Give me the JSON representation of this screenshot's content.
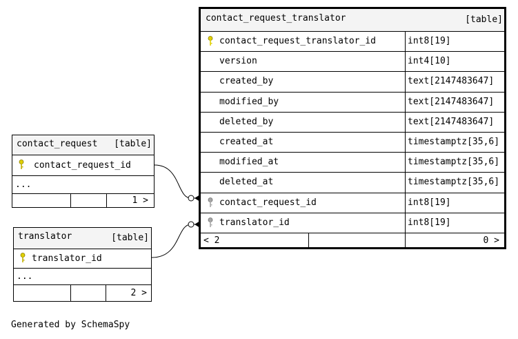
{
  "contact_request": {
    "name": "contact_request",
    "type_label": "[table]",
    "columns": [
      {
        "name": "contact_request_id"
      }
    ],
    "ellipsis": "...",
    "footer_right": "1 >"
  },
  "translator": {
    "name": "translator",
    "type_label": "[table]",
    "columns": [
      {
        "name": "translator_id"
      }
    ],
    "ellipsis": "...",
    "footer_right": "2 >"
  },
  "contact_request_translator": {
    "name": "contact_request_translator",
    "type_label": "[table]",
    "columns": [
      {
        "name": "contact_request_translator_id",
        "type": "int8[19]",
        "key": "primary"
      },
      {
        "name": "version",
        "type": "int4[10]",
        "key": "none"
      },
      {
        "name": "created_by",
        "type": "text[2147483647]",
        "key": "none"
      },
      {
        "name": "modified_by",
        "type": "text[2147483647]",
        "key": "none"
      },
      {
        "name": "deleted_by",
        "type": "text[2147483647]",
        "key": "none"
      },
      {
        "name": "created_at",
        "type": "timestamptz[35,6]",
        "key": "none"
      },
      {
        "name": "modified_at",
        "type": "timestamptz[35,6]",
        "key": "none"
      },
      {
        "name": "deleted_at",
        "type": "timestamptz[35,6]",
        "key": "none"
      },
      {
        "name": "contact_request_id",
        "type": "int8[19]",
        "key": "foreign"
      },
      {
        "name": "translator_id",
        "type": "int8[19]",
        "key": "foreign"
      }
    ],
    "footer_left": "< 2",
    "footer_right": "0 >"
  },
  "footer_text": "Generated by SchemaSpy",
  "colors": {
    "primary_key": "#e0d000",
    "foreign_key": "#a8a8a8",
    "header_bg": "#f4f4f4"
  }
}
